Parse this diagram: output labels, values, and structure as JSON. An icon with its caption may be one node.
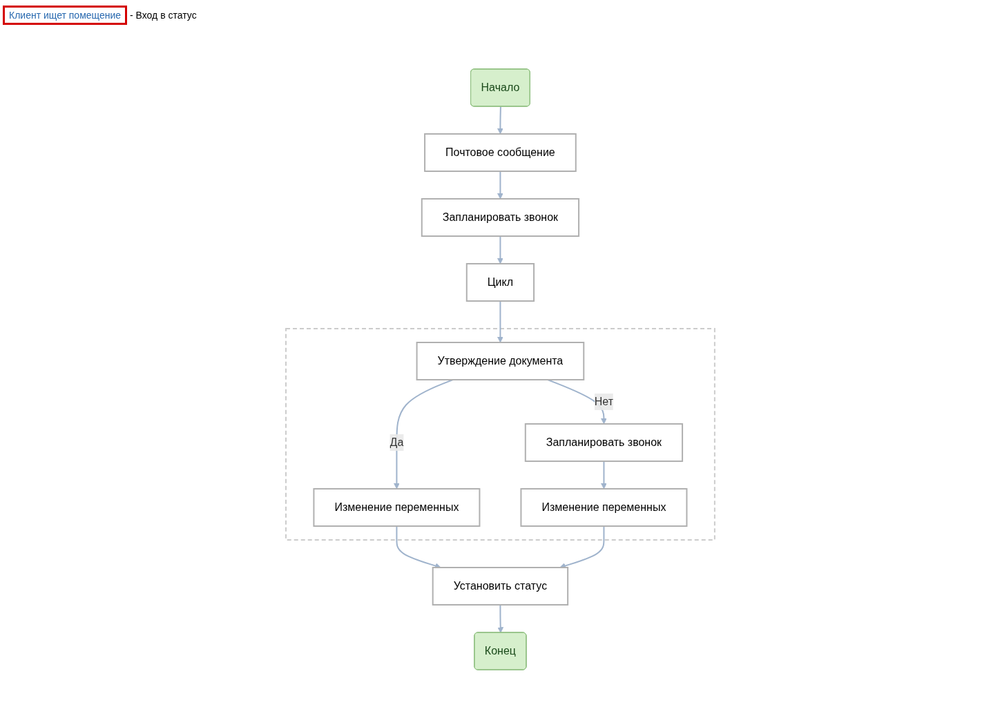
{
  "diagram": {
    "nodes": [
      {
        "text": [
          "Начало"
        ]
      },
      {
        "text": [
          "Почтовое сообщение"
        ]
      },
      {
        "text": [
          "Запланировать звонок"
        ]
      },
      {
        "text": [
          "Цикл"
        ]
      },
      {
        "text": [],
        "shape": "box"
      },
      {
        "text": [
          "Утверждение документа"
        ],
        "in": 4
      },
      {
        "text": [
          "Изменение переменных"
        ],
        "in": 4
      },
      {
        "text": [
          "Запланировать звонок"
        ],
        "in": 4
      },
      {
        "text": [
          "Изменение переменных"
        ],
        "in": 4
      },
      {
        "text": [
          "Установить статус"
        ]
      },
      {
        "text": [
          "Конец"
        ]
      }
    ],
    "edges": [
      {
        "from": 0,
        "to": 1,
        "arrow": "to"
      },
      {
        "from": 1,
        "to": 2,
        "arrow": "to"
      },
      {
        "from": 2,
        "to": 3,
        "arrow": "to"
      },
      {
        "from": 3,
        "to": 5,
        "arrow": "to"
      },
      {
        "from": 5,
        "to": 6,
        "arrow": "to",
        "label": "Да"
      },
      {
        "from": 5,
        "to": 7,
        "arrow": "to",
        "label": "Нет"
      },
      {
        "from": 7,
        "to": 8,
        "arrow": "to"
      },
      {
        "from": 6,
        "to": 9,
        "arrow": "to"
      },
      {
        "from": 8,
        "to": 9,
        "arrow": "to"
      },
      {
        "from": 9,
        "to": 10,
        "arrow": "to"
      }
    ],
    "labels": [
      "Клиент ищет помещение",
      "- Вход в статус"
    ]
  }
}
